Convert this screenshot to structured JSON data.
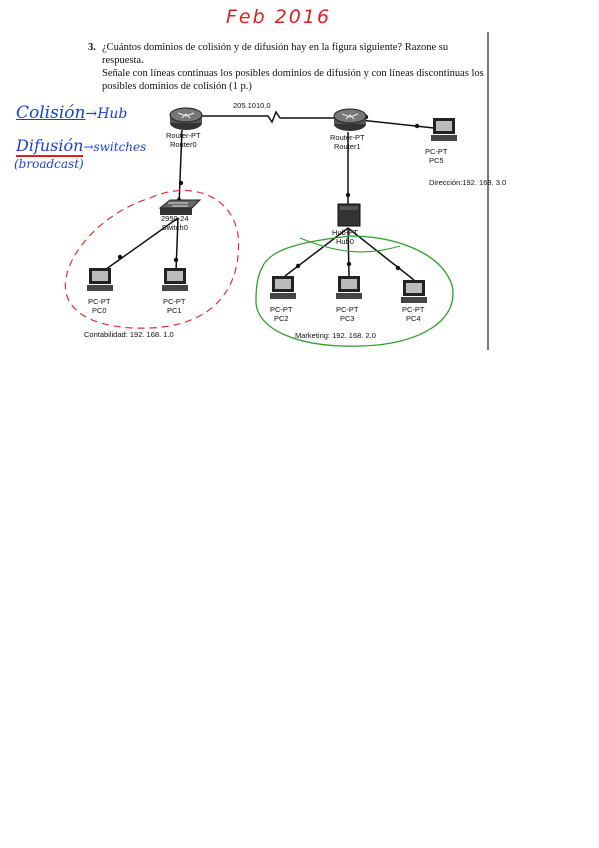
{
  "header": {
    "handwritten_date": "Feb 2016"
  },
  "question": {
    "number": "3.",
    "line1": "¿Cuántos dominios de colisión y de difusión hay en la figura siguiente? Razone su respuesta.",
    "line2": "Señale con líneas continuas los  posibles dominios de difusión y con líneas discontinuas los",
    "line3": "posibles dominios de colisión (1 p.)"
  },
  "annotations": {
    "colision": "Colisión",
    "colision_arrow": "→Hub",
    "difusion": "Difusión",
    "difusion_arrow": "→switches",
    "broadcast": "(broadcast)"
  },
  "diagram": {
    "link_label": "205.1010.0",
    "router0": {
      "type": "Router-PT",
      "name": "Router0"
    },
    "router1": {
      "type": "Router-PT",
      "name": "Router1"
    },
    "switch0": {
      "type": "2950-24",
      "name": "Switch0"
    },
    "hub0": {
      "type": "Hub-PT",
      "name": "Hub0"
    },
    "pc0": {
      "type": "PC-PT",
      "name": "PC0"
    },
    "pc1": {
      "type": "PC-PT",
      "name": "PC1"
    },
    "pc2": {
      "type": "PC-PT",
      "name": "PC2"
    },
    "pc3": {
      "type": "PC-PT",
      "name": "PC3"
    },
    "pc4": {
      "type": "PC-PT",
      "name": "PC4"
    },
    "pc5": {
      "type": "PC-PT",
      "name": "PC5"
    },
    "net_contabilidad": "Contabilidad: 192. 168. 1.0",
    "net_marketing": "Marketing: 192. 168. 2.0",
    "net_direccion": "Dirección:192. 168. 3.0"
  },
  "colors": {
    "handwriting_red": "#e02020",
    "handwriting_blue": "#1a3fd6",
    "collision_domain_dashed": "#e03030",
    "broadcast_domain_green": "#2ea02e"
  }
}
